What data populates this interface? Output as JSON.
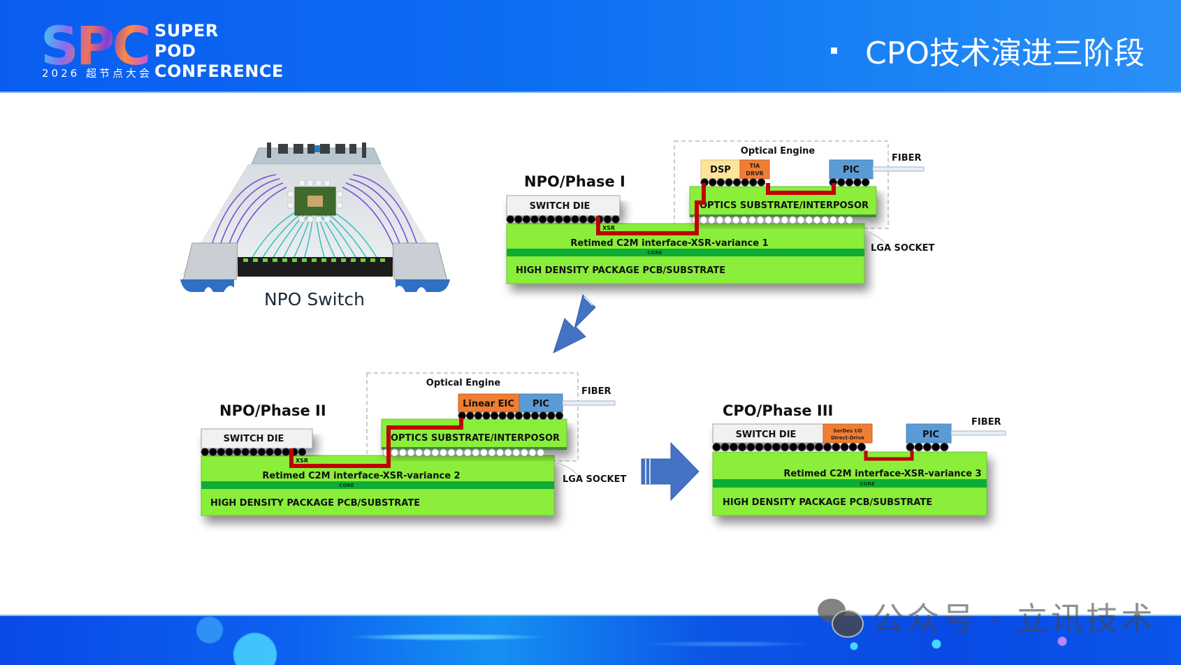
{
  "header": {
    "logo_letters": "SPC",
    "logo_words": [
      "SUPER",
      "POD",
      "CONFERENCE"
    ],
    "logo_sub": "2026 超节点大会",
    "title": "CPO技术演进三阶段"
  },
  "npo_switch": {
    "caption": "NPO Switch"
  },
  "phase1": {
    "title": "NPO/Phase I",
    "switch_die": "SWITCH DIE",
    "optical_engine": "Optical Engine",
    "dsp": "DSP",
    "tia_line1": "TIA",
    "tia_line2": "DRVR",
    "pic": "PIC",
    "fiber": "FIBER",
    "optics_substrate": "OPTICS SUBSTRATE/INTERPOSOR",
    "xsr": "XSR",
    "retimed": "Retimed C2M interface-XSR-variance 1",
    "core": "CORE",
    "pcb": "HIGH DENSITY PACKAGE PCB/SUBSTRATE",
    "lga": "LGA SOCKET"
  },
  "phase2": {
    "title": "NPO/Phase II",
    "switch_die": "SWITCH DIE",
    "optical_engine": "Optical Engine",
    "eic": "Linear EIC",
    "pic": "PIC",
    "fiber": "FIBER",
    "optics_substrate": "OPTICS SUBSTRATE/INTERPOSOR",
    "xsr": "XSR",
    "retimed": "Retimed C2M interface-XSR-variance 2",
    "core": "CORE",
    "pcb": "HIGH DENSITY PACKAGE PCB/SUBSTRATE",
    "lga": "LGA SOCKET"
  },
  "phase3": {
    "title": "CPO/Phase III",
    "switch_die": "SWITCH DIE",
    "serdes_line1": "SerDes I/O",
    "serdes_line2": "Direct-Drive",
    "pic": "PIC",
    "fiber": "FIBER",
    "retimed": "Retimed C2M interface-XSR-variance 3",
    "core": "CORE",
    "pcb": "HIGH DENSITY PACKAGE PCB/SUBSTRATE"
  },
  "watermark": {
    "text": "公众号 · 立讯技术"
  },
  "colors": {
    "substrate_green": "#8aee3a",
    "core_green": "#0eac35",
    "trace_red": "#c00000",
    "die_gray": "#f1f1f1",
    "dsp_yellow": "#fde49a",
    "eic_orange": "#ef7d32",
    "pic_blue": "#5b9bd5",
    "arrow_blue": "#4472c4"
  }
}
